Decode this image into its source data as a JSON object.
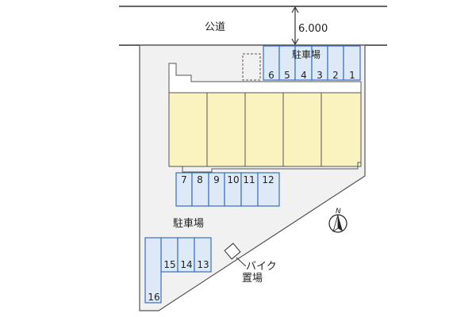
{
  "road": {
    "label": "公道",
    "width_label": "6.000"
  },
  "parking_label_top": "駐車場",
  "parking_label_lot": "駐車場",
  "bike_label_line1": "バイク",
  "bike_label_line2": "置場",
  "north_label": "N",
  "spaces": {
    "row_top": [
      "6",
      "5",
      "4",
      "3",
      "2",
      "1"
    ],
    "row_mid": [
      "7",
      "8",
      "9",
      "10",
      "11",
      "12"
    ],
    "row_left": [
      "15",
      "14",
      "13"
    ],
    "row_bottom": [
      "16"
    ]
  },
  "colors": {
    "parking_fill": "#dde9f7",
    "parking_stroke": "#3a6fc2",
    "building_fill": "#fbf3bf",
    "building_stroke": "#555555",
    "site_fill": "#f1f1f1",
    "site_stroke": "#555555"
  }
}
